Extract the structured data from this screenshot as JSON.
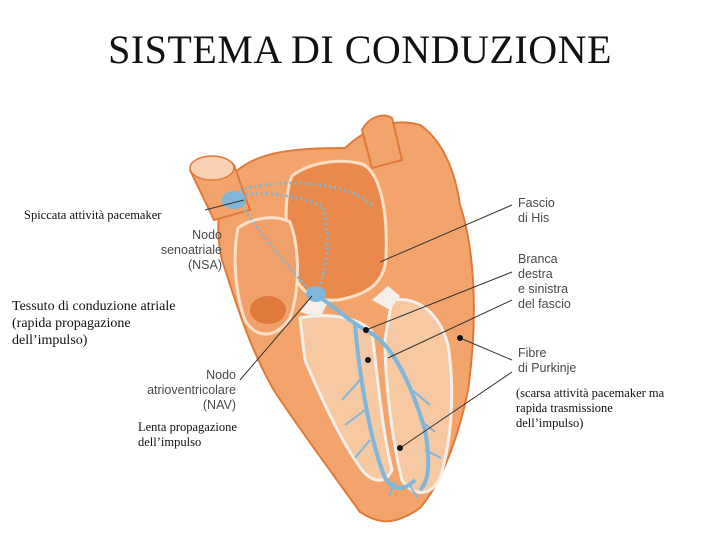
{
  "title": "SISTEMA DI CONDUZIONE",
  "colors": {
    "wall": "#f3a46c",
    "wall_dark": "#e07a3a",
    "chamber": "#f6c9a3",
    "conduction": "#7fb6da",
    "valve": "#f4efe9"
  },
  "labels": {
    "sa_node": [
      "Nodo",
      "senoatriale",
      "(NSA)"
    ],
    "av_node": [
      "Nodo",
      "atrioventricolare",
      "(NAV)"
    ],
    "his": [
      "Fascio",
      "di His"
    ],
    "branches": [
      "Branca",
      "destra",
      "e sinistra",
      "del fascio"
    ],
    "purkinje": [
      "Fibre",
      "di Purkinje"
    ]
  },
  "notes": {
    "pacemaker": "Spiccata attività pacemaker",
    "atrial": [
      "Tessuto di conduzione atriale",
      "(rapida propagazione",
      "dell’impulso)"
    ],
    "slow": [
      "Lenta propagazione",
      "dell’impulso"
    ],
    "purkinje": [
      "(scarsa attività pacemaker ma",
      "rapida trasmissione",
      "dell’impulso)"
    ]
  }
}
